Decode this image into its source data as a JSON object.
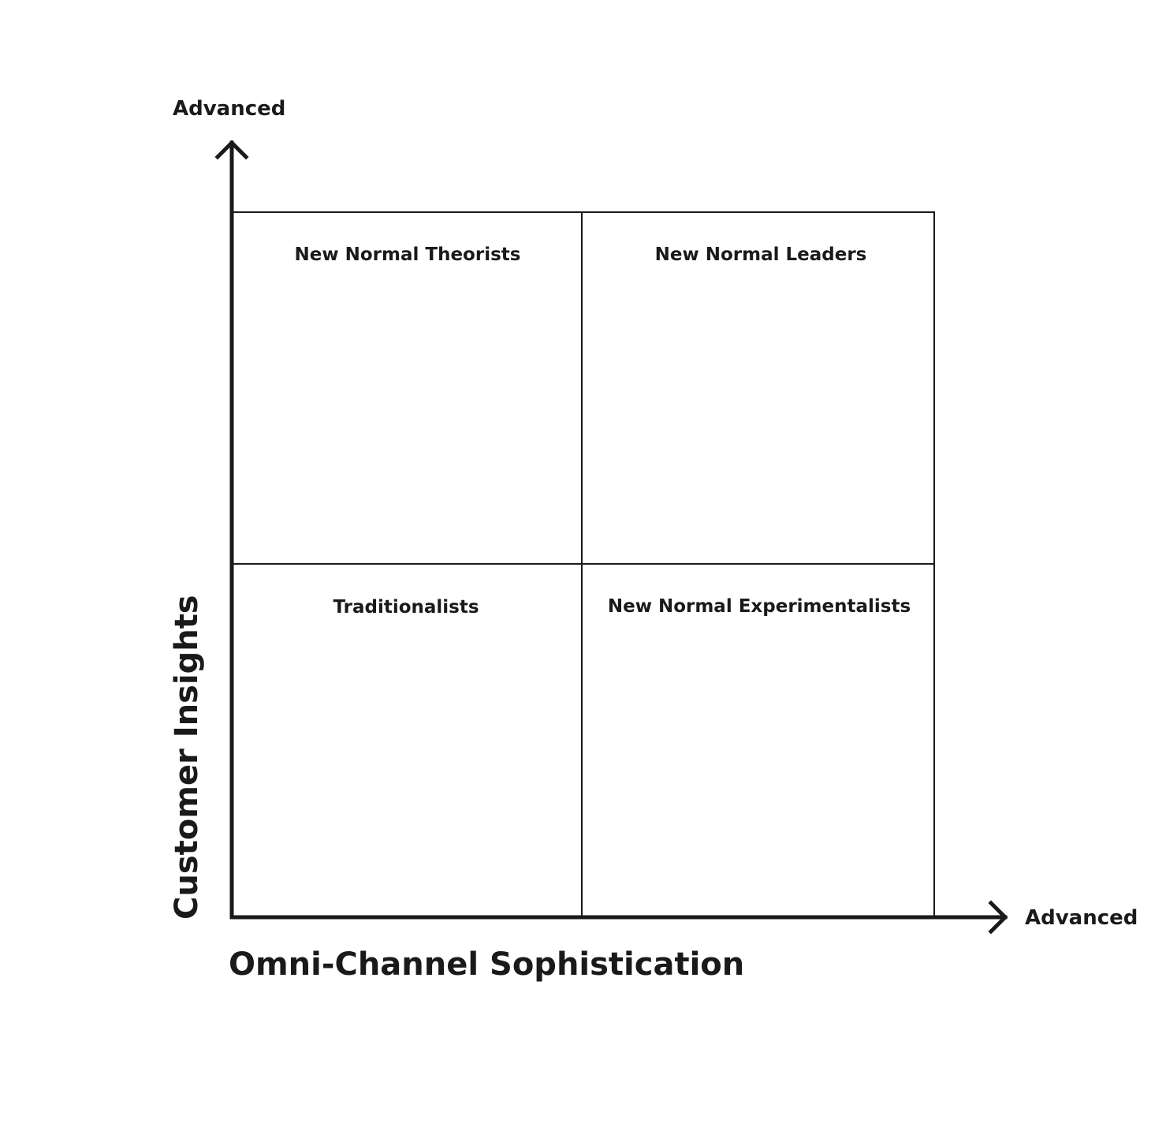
{
  "diagram": {
    "y_axis": {
      "title": "Customer Insights",
      "end_label": "Advanced"
    },
    "x_axis": {
      "title": "Omni-Channel Sophistication",
      "end_label": "Advanced"
    },
    "quadrants": {
      "top_left": "New Normal Theorists",
      "top_right": "New Normal Leaders",
      "bottom_left": "Traditionalists",
      "bottom_right": "New Normal Experimentalists"
    },
    "colors": {
      "ink": "#1a1a1a",
      "background": "#ffffff"
    }
  }
}
